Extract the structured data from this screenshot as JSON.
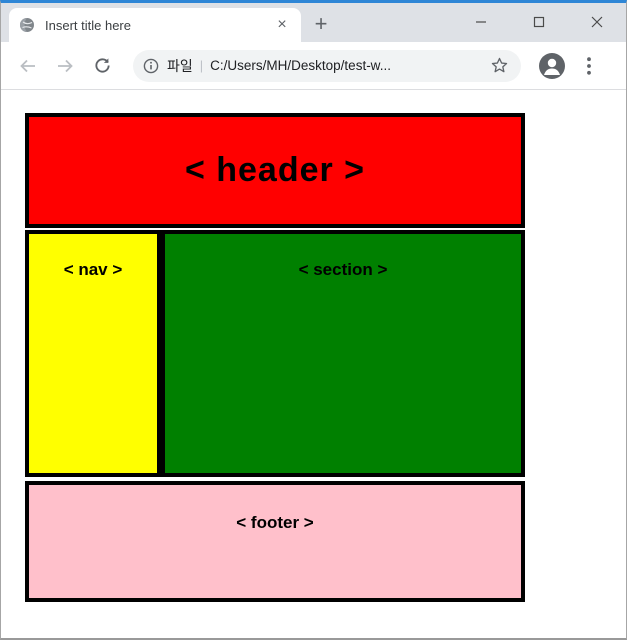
{
  "browser": {
    "tab": {
      "title": "Insert title here",
      "close_glyph": "×"
    },
    "new_tab_glyph": "+",
    "window_controls": {
      "minimize_icon": "minimize-line",
      "maximize_icon": "maximize-square",
      "close_icon": "close-x"
    },
    "toolbar": {
      "back_icon": "arrow-left",
      "forward_icon": "arrow-right",
      "reload_icon": "reload-circular-arrow",
      "omnibox": {
        "info_icon": "info-circle",
        "scheme_label": "파일",
        "separator": "|",
        "url": "C:/Users/MH/Desktop/test-w...",
        "star_icon": "bookmark-star-outline"
      },
      "avatar_icon": "profile-person-circle",
      "menu_icon": "kebab-three-dots"
    }
  },
  "page": {
    "header": {
      "label": "< header >",
      "color": "#ff0000"
    },
    "nav": {
      "label": "< nav >",
      "color": "#ffff00"
    },
    "section": {
      "label": "< section >",
      "color": "#008000"
    },
    "footer": {
      "label": "< footer >",
      "color": "#ffc0cb"
    }
  },
  "colors": {
    "window_top_accent": "#2e86d6",
    "tabbar_background": "#dee1e6",
    "omnibox_background": "#f1f3f4",
    "icon_gray": "#5f6368",
    "disabled_icon_gray": "#babec3",
    "border_black": "#000000"
  }
}
